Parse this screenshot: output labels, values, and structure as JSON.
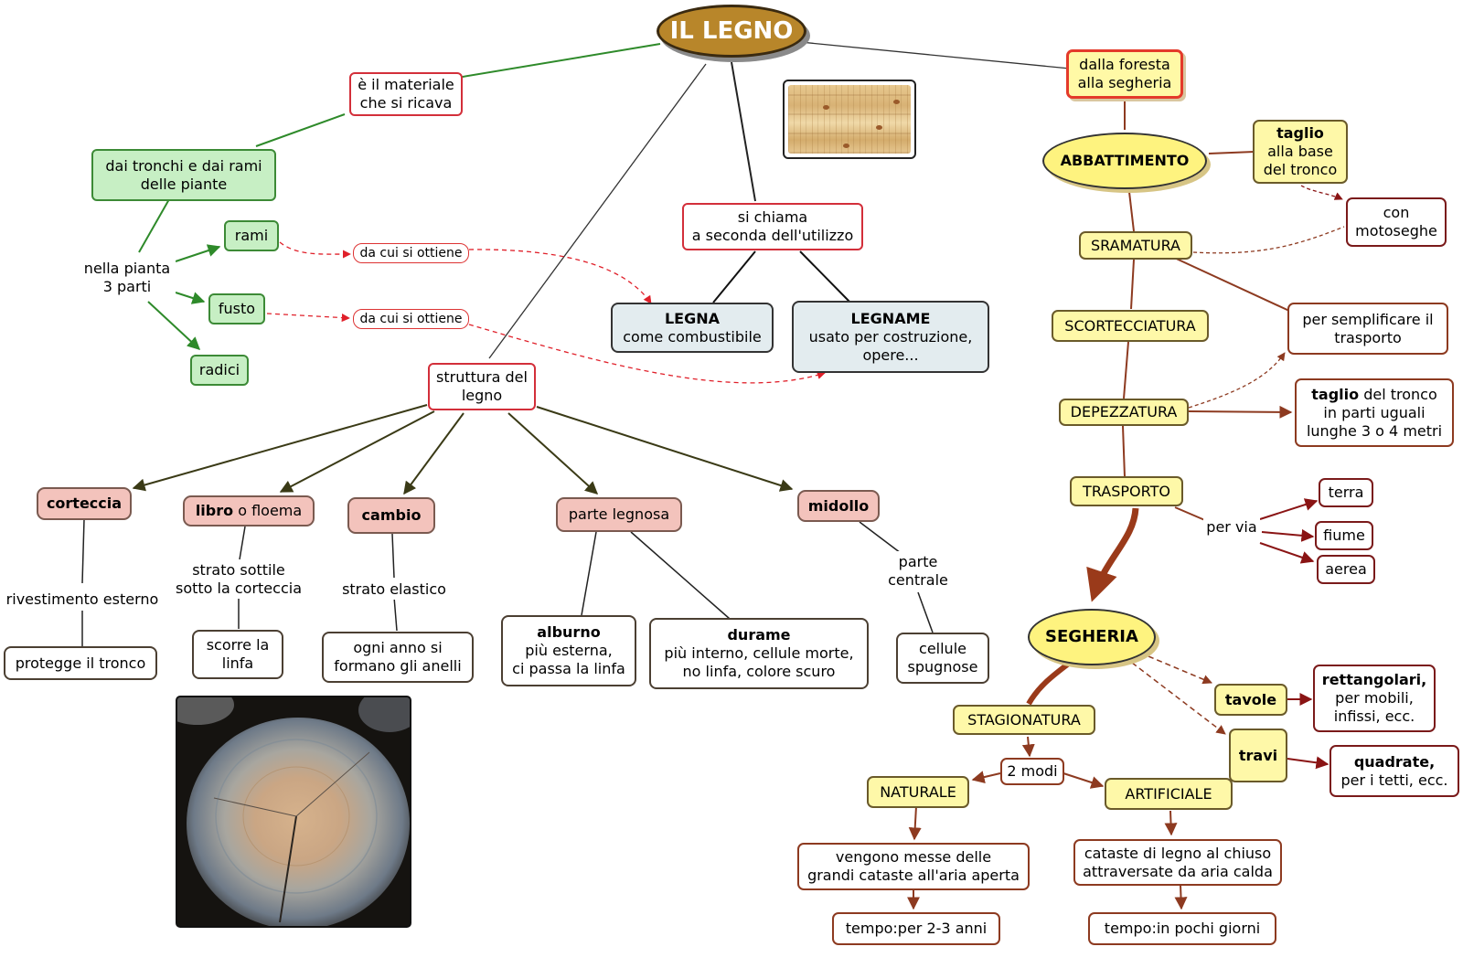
{
  "title": "IL LEGNO",
  "nodes": {
    "materiale": "è il materiale\nche si ricava",
    "tronchi": "dai tronchi e dai rami\ndelle piante",
    "nella_pianta": "nella pianta\n3 parti",
    "rami": "rami",
    "fusto": "fusto",
    "radici": "radici",
    "da_cui_1": "da cui si ottiene",
    "da_cui_2": "da cui si ottiene",
    "si_chiama": "si chiama\na seconda dell'utilizzo",
    "legna_title": "LEGNA",
    "legna_desc": "come combustibile",
    "legname_title": "LEGNAME",
    "legname_desc": "usato per costruzione,\nopere...",
    "struttura": "struttura del\nlegno",
    "corteccia": "corteccia",
    "libro": "libro",
    "libro_rest": " o floema",
    "cambio": "cambio",
    "parte_legnosa": "parte legnosa",
    "midollo": "midollo",
    "rivestimento": "rivestimento esterno",
    "protegge": "protegge il tronco",
    "strato_sottile": "strato sottile\nsotto la corteccia",
    "scorre": "scorre la\nlinfa",
    "strato_elastico": "strato elastico",
    "ogni_anno": "ogni anno si\nformano gli anelli",
    "alburno_title": "alburno",
    "alburno_desc": "più esterna,\nci passa la linfa",
    "durame_title": "durame",
    "durame_desc": "più interno, cellule morte,\nno linfa, colore scuro",
    "parte_centrale": "parte\ncentrale",
    "cellule": "cellule\nspugnose",
    "dalla_foresta": "dalla foresta\nalla segheria",
    "abbattimento": "ABBATTIMENTO",
    "taglio_b": "taglio",
    "taglio_rest": "alla base\ndel tronco",
    "con_motoseghe": "con\nmotoseghe",
    "sramatura": "SRAMATURA",
    "scortecciatura": "SCORTECCIATURA",
    "per_semplificare": "per semplificare il\ntrasporto",
    "depezzatura": "DEPEZZATURA",
    "taglio_tronco_b": "taglio",
    "taglio_tronco_rest1": " del tronco",
    "taglio_tronco_rest2": "in parti uguali\nlunghe 3 o 4 metri",
    "trasporto": "TRASPORTO",
    "per_via": "per via",
    "terra": "terra",
    "fiume": "fiume",
    "aerea": "aerea",
    "segheria": "SEGHERIA",
    "tavole": "tavole",
    "rettangolari_b": "rettangolari,",
    "rettangolari_rest": "per mobili,\ninfissi, ecc.",
    "travi": "travi",
    "quadrate_b": "quadrate,",
    "quadrate_rest": "per i tetti, ecc.",
    "stagionatura": "STAGIONATURA",
    "due_modi": "2 modi",
    "naturale": "NATURALE",
    "artificiale": "ARTIFICIALE",
    "vengono_messe": "vengono messe delle\ngrandi cataste all'aria aperta",
    "cataste_chiuso": "cataste di legno al chiuso\nattraversate da aria calda",
    "tempo_nat": "tempo:per 2-3 anni",
    "tempo_art": "tempo:in pochi giorni"
  },
  "colors": {
    "title_fill": "#b8862a",
    "red_border": "#d32f3a",
    "green_fill": "#c7efc4",
    "pink_fill": "#f3c3bc",
    "yellow_fill": "#fef8a8",
    "brown_link": "#8d3a20",
    "maroon_link": "#7a1a1a"
  }
}
